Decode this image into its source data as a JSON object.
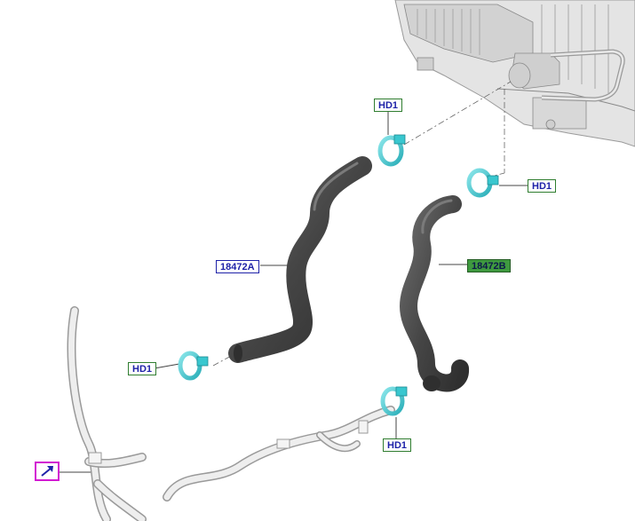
{
  "callouts": {
    "clip_top": "HD1",
    "clip_right": "HD1",
    "clip_left": "HD1",
    "clip_bottom": "HD1",
    "hose_a": "18472A",
    "hose_b": "18472B"
  },
  "icons": {
    "nav": "arrow-up-right-icon"
  },
  "colors": {
    "clip": "#39c7cf",
    "hose": "#4a4a4a",
    "callout_text": "#1e22a8",
    "callout_border": "#2f7d2f",
    "callout_selected_fill": "#3f9a3f",
    "nav_border": "#d21ad2"
  }
}
